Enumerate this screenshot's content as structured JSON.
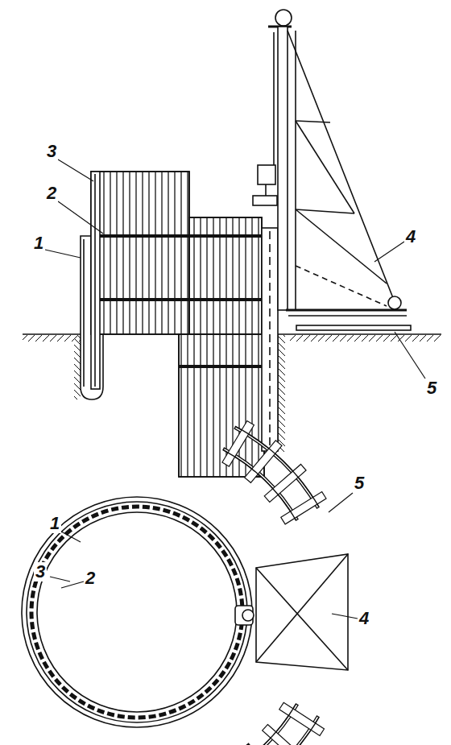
{
  "diagram": {
    "labels": [
      "3",
      "2",
      "1",
      "4",
      "5",
      "5",
      "1",
      "3",
      "2",
      "4"
    ]
  }
}
